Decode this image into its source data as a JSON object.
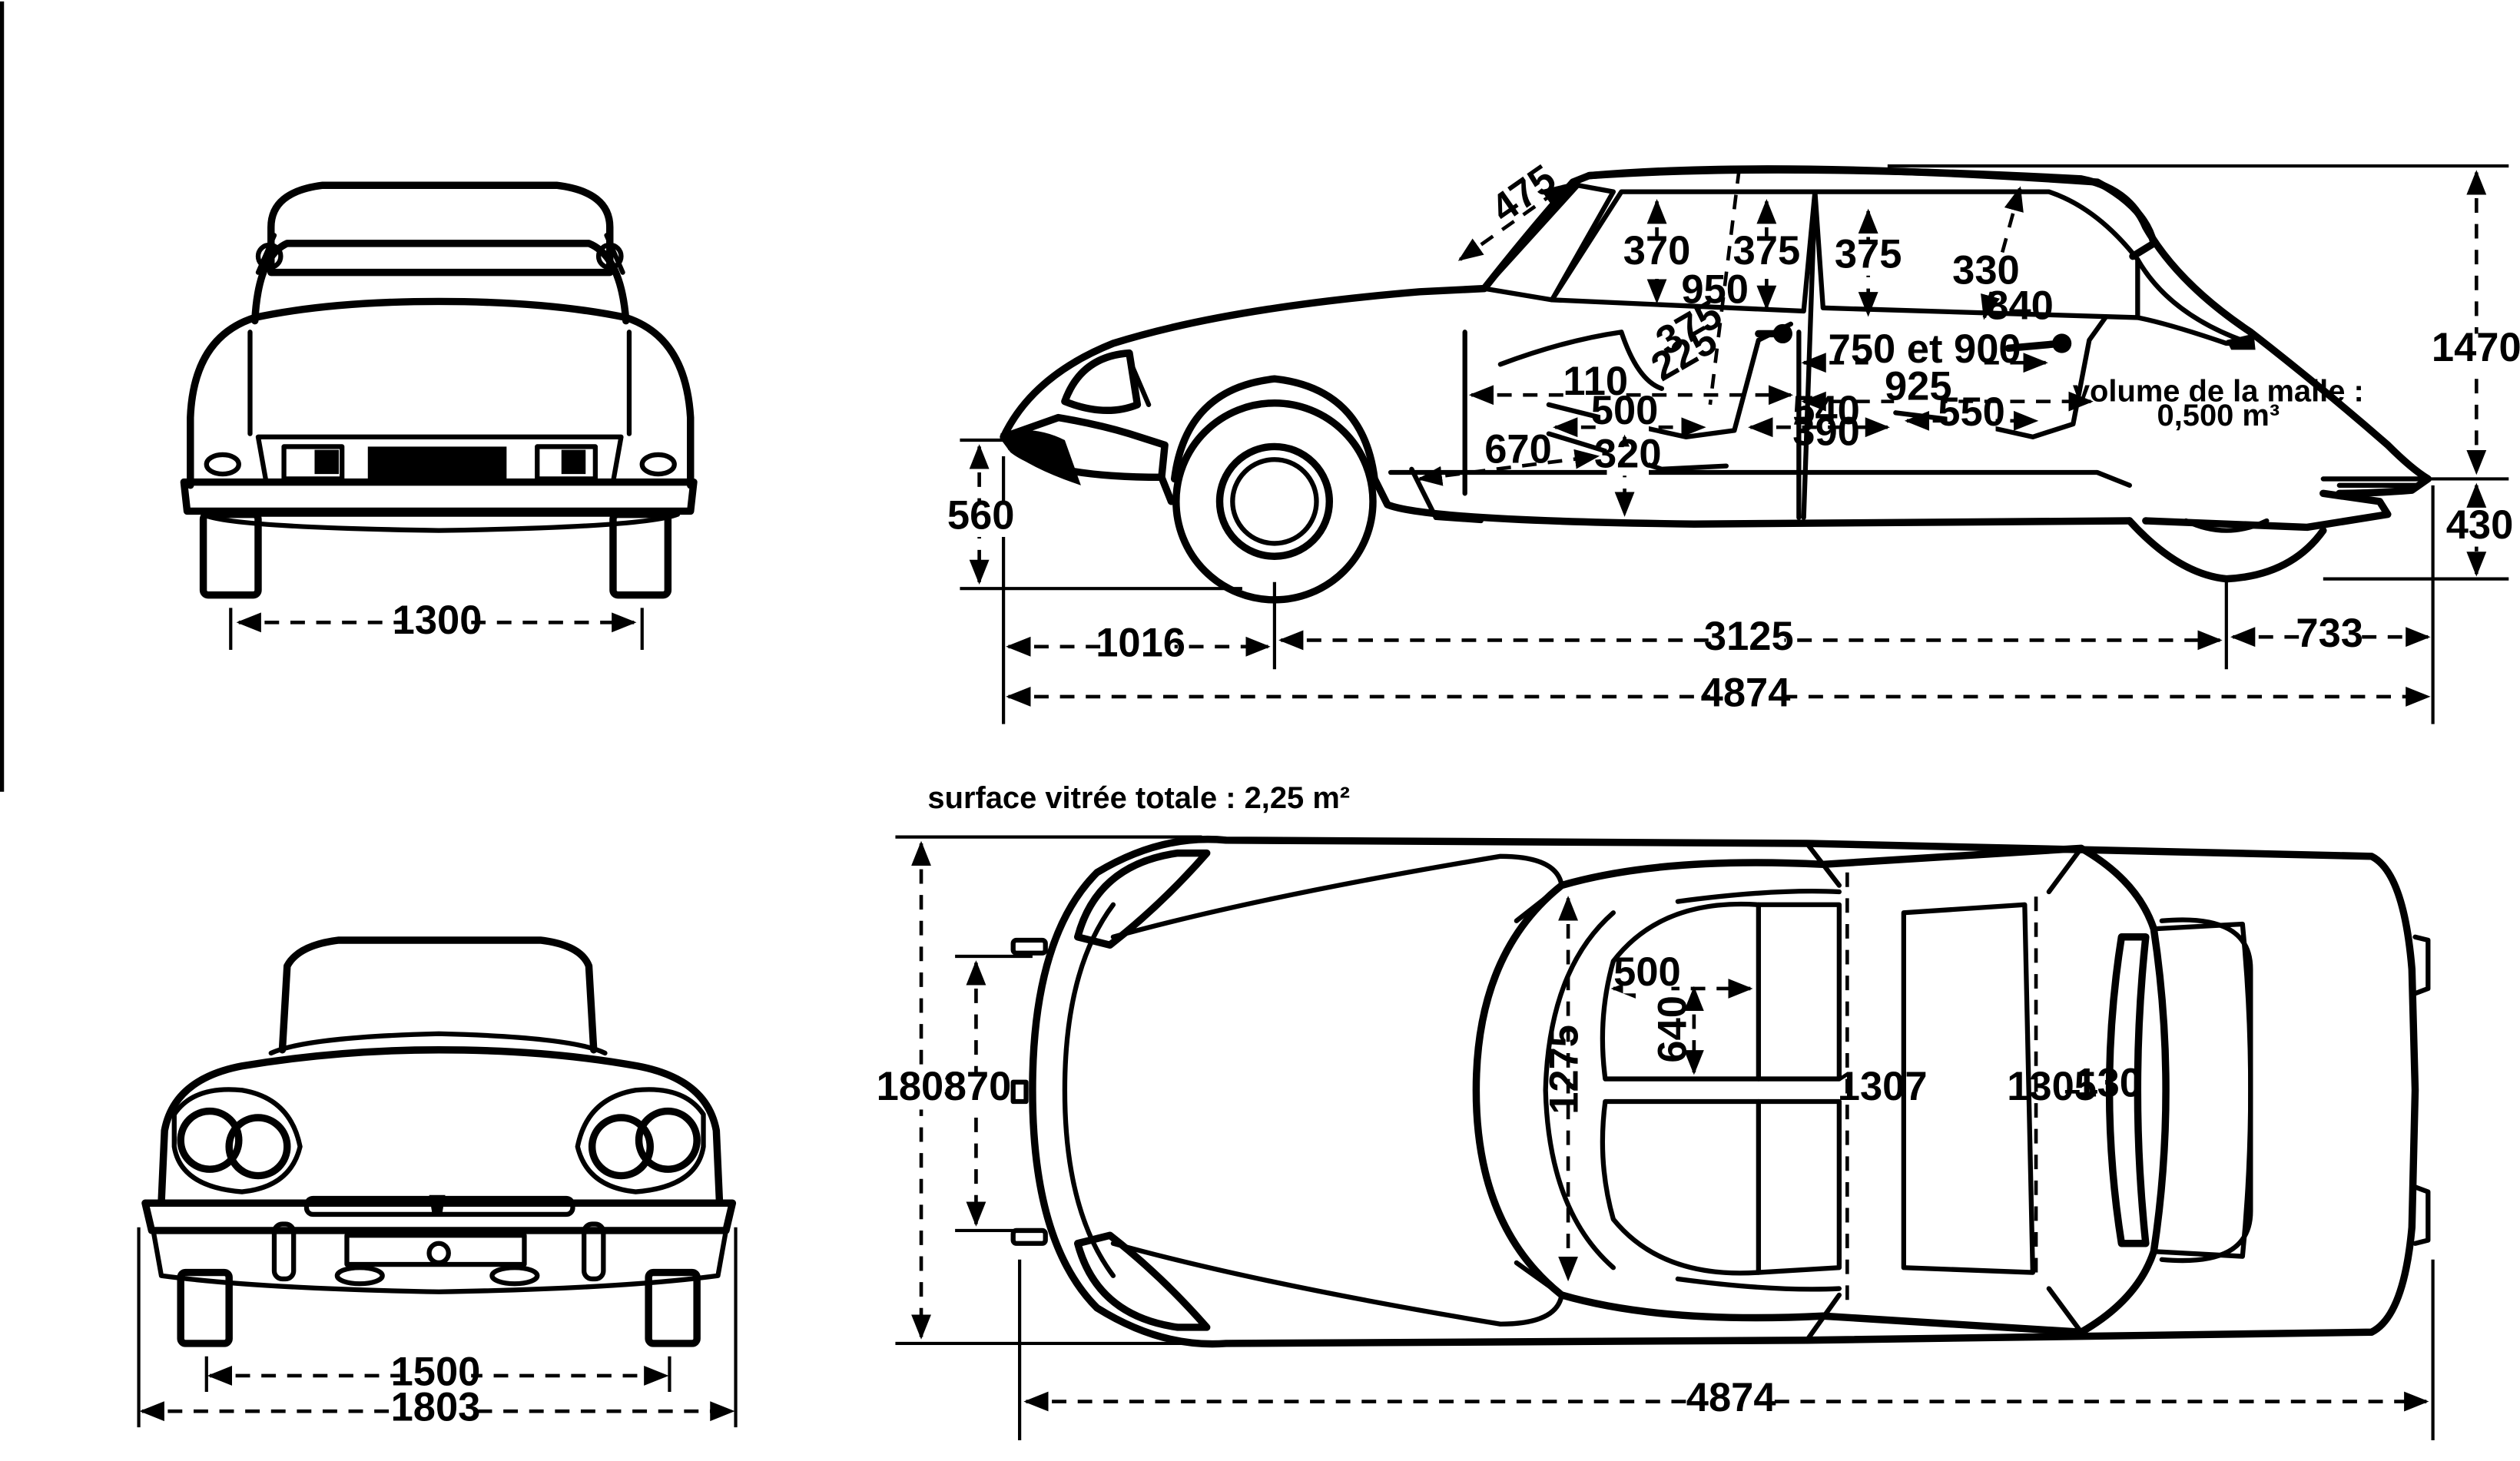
{
  "notes": {
    "glazing": "surface vitrée totale : 2,25 m²",
    "volume_line1": "volume de la malle :",
    "volume_line2": "0,500 m³"
  },
  "rear_view": {
    "track": "1300"
  },
  "front_view": {
    "track": "1500",
    "width": "1803"
  },
  "side_view": {
    "total_length": "4874",
    "front_overhang": "1016",
    "wheelbase": "3125",
    "rear_overhang": "733",
    "height": "1470",
    "rear_height": "430",
    "front_height": "560",
    "windscreen": "475",
    "front_headroom": "370",
    "front_headroom_2": "375",
    "rear_headroom": "375",
    "rear_headroom_2": "330",
    "diag_950": "950",
    "dim_840": "840",
    "seat_375": "375",
    "seat_225": "225",
    "legroom": "750 et 900",
    "dim_110": "110",
    "dim_925": "925",
    "dim_500": "500",
    "dim_540": "540",
    "dim_390": "390",
    "dim_550": "550",
    "dim_670": "670",
    "dim_320": "320"
  },
  "top_view": {
    "width": "1803",
    "width_870": "870",
    "width_1275": "1275",
    "width_1307": "1307",
    "width_1305": "1305",
    "dim_130": "130",
    "seat_500": "500",
    "seat_640": "640",
    "total_length": "4874"
  }
}
